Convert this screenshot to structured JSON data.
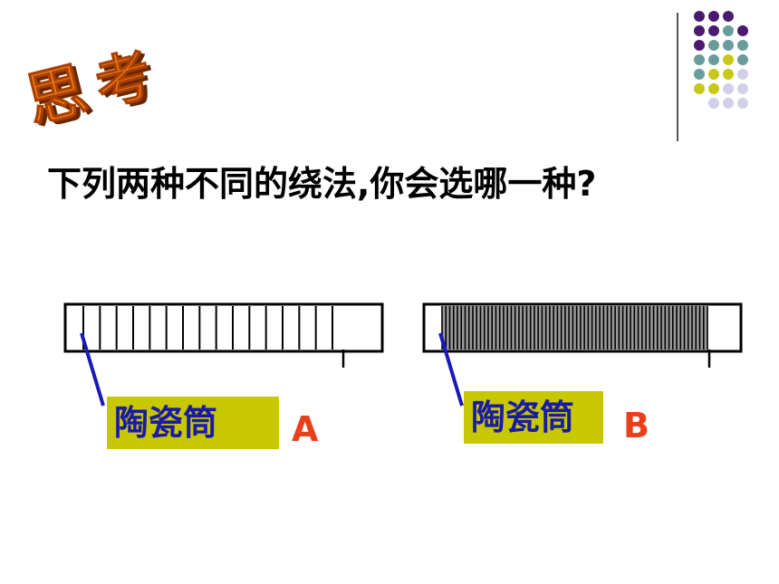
{
  "header": {
    "title_char_1": "思",
    "title_char_2": "考",
    "title_fill": "#f07a1a",
    "title_shadow": "#6b2600"
  },
  "question": "下列两种不同的绕法,你会选哪一种?",
  "diagrams": [
    {
      "id": "A",
      "label": "陶瓷筒",
      "letter": "A",
      "winding": "sparse",
      "turns": 16
    },
    {
      "id": "B",
      "label": "陶瓷筒",
      "letter": "B",
      "winding": "dense",
      "turns": 70
    }
  ],
  "colors": {
    "label_bg": "#c8c800",
    "label_text": "#1a1aa6",
    "letter": "#e8401a",
    "pointer_line": "#1a1ab8",
    "dot_purple": "#4b1a6e",
    "dot_teal": "#6a9c9c",
    "dot_yellow": "#c8c81a",
    "dot_lavender": "#d0d0e8"
  },
  "decor": {
    "dot_grid": [
      [
        "purple",
        "purple",
        "purple",
        null
      ],
      [
        "purple",
        "purple",
        "teal",
        "purple"
      ],
      [
        "purple",
        "teal",
        "teal",
        "teal"
      ],
      [
        "teal",
        "teal",
        "yellow",
        "teal"
      ],
      [
        "teal",
        "yellow",
        "yellow",
        "lavender"
      ],
      [
        "yellow",
        "yellow",
        "lavender",
        "lavender"
      ],
      [
        null,
        "lavender",
        "lavender",
        "lavender"
      ]
    ]
  }
}
